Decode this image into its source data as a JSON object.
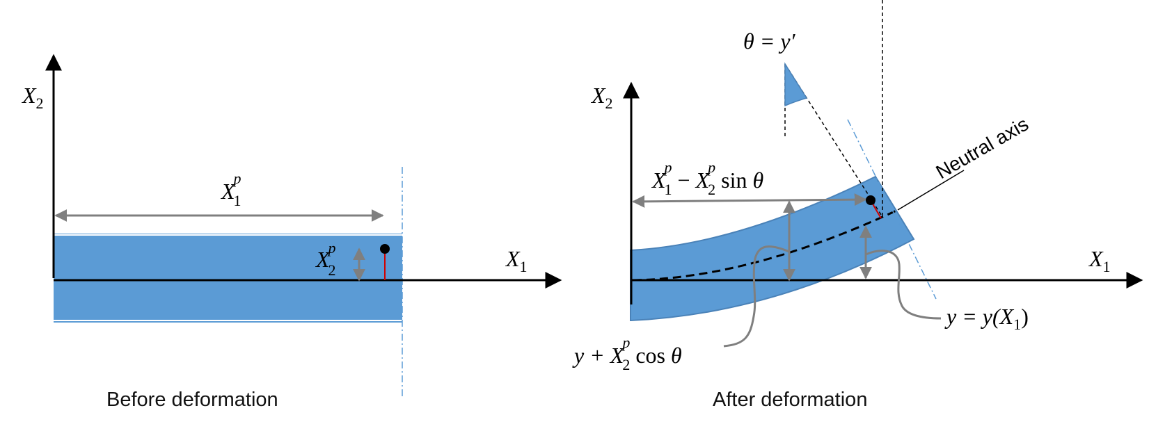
{
  "colors": {
    "beam_fill": "#5b9bd5",
    "beam_edge": "#4a82b8",
    "dimension_gray": "#7f7f7f",
    "centerline_blue": "#5b9bd5",
    "marker_red": "#d00000"
  },
  "left_panel": {
    "caption": "Before deformation",
    "axis_x": {
      "base": "X",
      "sub": "1"
    },
    "axis_y": {
      "base": "X",
      "sub": "2"
    },
    "dim_length": {
      "base": "X",
      "sub": "1",
      "sup": "p"
    },
    "dim_height": {
      "base": "X",
      "sub": "2",
      "sup": "p"
    }
  },
  "right_panel": {
    "caption": "After deformation",
    "axis_x": {
      "base": "X",
      "sub": "1"
    },
    "axis_y": {
      "base": "X",
      "sub": "2"
    },
    "angle_label": "θ = y′",
    "neutral_axis_label": "Neutral axis",
    "dim_horizontal": {
      "base1": "X",
      "sub1": "1",
      "sup1": "p",
      "minus": " − ",
      "base2": "X",
      "sub2": "2",
      "sup2": "p",
      "func": " sin ",
      "var": "θ"
    },
    "dim_vertical": {
      "lead": "y + ",
      "base": "X",
      "sub": "2",
      "sup": "p",
      "func": " cos ",
      "var": "θ"
    },
    "deflection_label": "y = y(X",
    "deflection_sub": "1",
    "deflection_close": ")"
  }
}
